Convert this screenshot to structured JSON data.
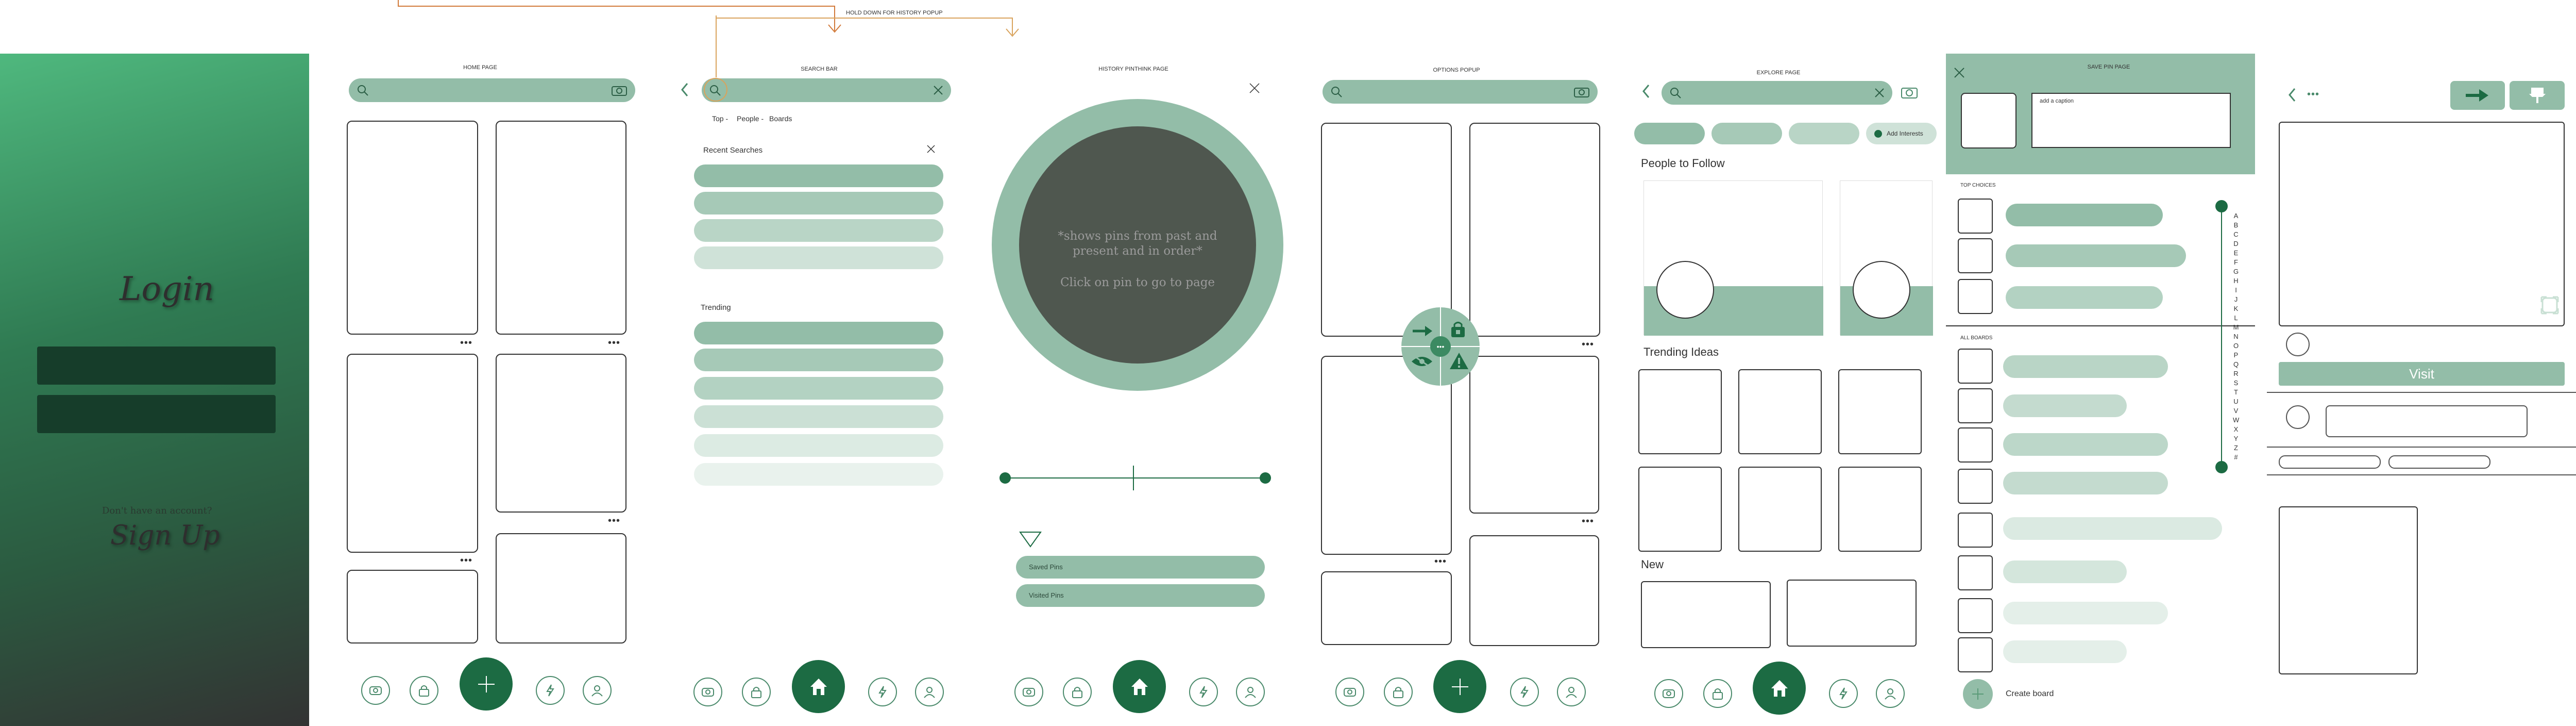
{
  "annotations": {
    "hold_down": "HOLD DOWN FOR HISTORY POPUP"
  },
  "login": {
    "title": "Login",
    "no_account": "Don't have an account?",
    "signup": "Sign Up"
  },
  "screens": {
    "home": "HOME PAGE",
    "search_bar": "SEARCH BAR",
    "history": "HISTORY PINTHINK PAGE",
    "options": "OPTIONS POPUP",
    "explore": "EXPLORE PAGE",
    "save_pin": "SAVE PIN PAGE"
  },
  "search": {
    "filters": [
      "Top",
      "People",
      "Boards"
    ],
    "recent_searches": "Recent Searches",
    "trending": "Trending"
  },
  "history": {
    "line1": "*shows pins from past and",
    "line2": "present and in order*",
    "line3": "Click on pin to go to page",
    "saved_pins": "Saved Pins",
    "visited_pins": "Visited Pins"
  },
  "explore": {
    "add_interests": "Add Interests",
    "people_to_follow": "People to Follow",
    "trending_ideas": "Trending Ideas",
    "new": "New"
  },
  "save_pin": {
    "caption_placeholder": "add a caption",
    "top_choices": "TOP CHOICES",
    "all_boards": "ALL BOARDS",
    "create_board": "Create board",
    "alphabet": [
      "A",
      "B",
      "C",
      "D",
      "E",
      "F",
      "G",
      "H",
      "I",
      "J",
      "K",
      "L",
      "M",
      "N",
      "O",
      "P",
      "Q",
      "R",
      "S",
      "T",
      "U",
      "V",
      "W",
      "X",
      "Y",
      "Z",
      "#"
    ]
  },
  "pin_detail": {
    "visit": "Visit"
  },
  "colors": {
    "dark_green": "#1c6b43",
    "mid_green": "#93bda8",
    "light_green": "#c9e0d4",
    "login_bg_top": "#4fb87e",
    "login_bg_bottom": "#333333"
  },
  "icons": [
    "search-icon",
    "camera-icon",
    "close-icon",
    "back-icon",
    "more-icon",
    "home-icon",
    "lock-icon",
    "bolt-icon",
    "user-icon",
    "plus-icon",
    "arrow-right-icon",
    "pin-icon",
    "eye-icon",
    "warning-icon",
    "filter-icon",
    "expand-icon"
  ]
}
